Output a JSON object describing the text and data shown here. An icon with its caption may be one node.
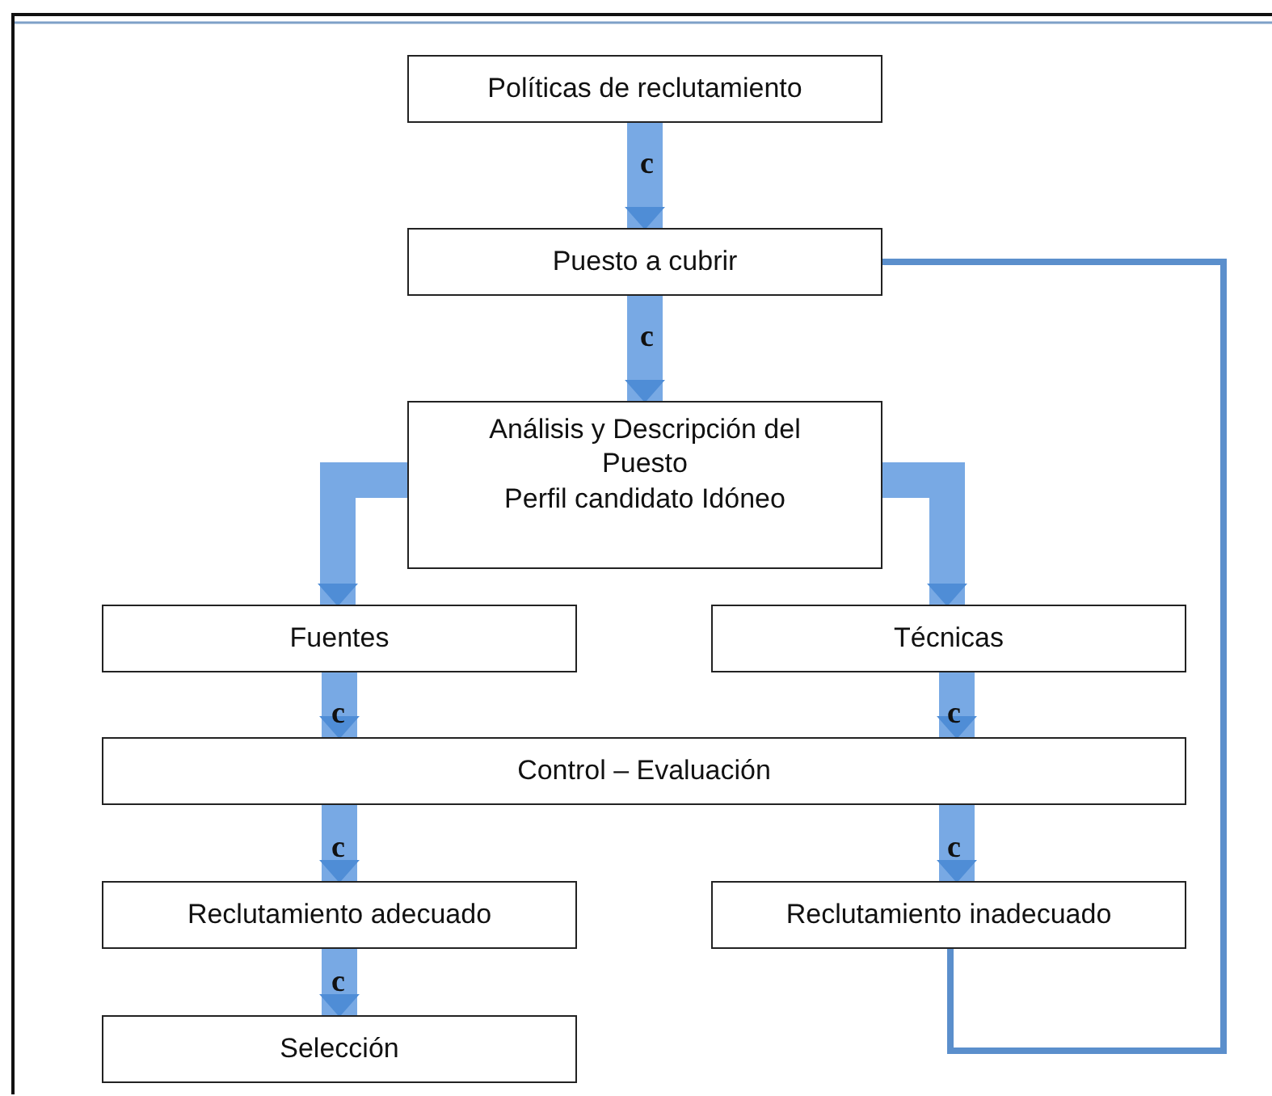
{
  "diagram": {
    "nodes": [
      {
        "text": [
          "Políticas de reclutamiento"
        ]
      },
      {
        "text": [
          "Puesto a cubrir"
        ]
      },
      {
        "text": [
          "Análisis y Descripción del Puesto",
          "Perfil candidato Idóneo"
        ]
      },
      {
        "text": [
          "Fuentes"
        ]
      },
      {
        "text": [
          "Técnicas"
        ]
      },
      {
        "text": [
          "Control – Evaluación"
        ]
      },
      {
        "text": [
          "Reclutamiento adecuado"
        ]
      },
      {
        "text": [
          "Reclutamiento inadecuado"
        ]
      },
      {
        "text": [
          "Selección"
        ]
      }
    ],
    "edges": [
      {
        "from": 0,
        "to": 1,
        "arrow": "to",
        "label": "c"
      },
      {
        "from": 1,
        "to": 2,
        "arrow": "to",
        "label": "c"
      },
      {
        "from": 2,
        "to": 3,
        "arrow": "to"
      },
      {
        "from": 2,
        "to": 4,
        "arrow": "to"
      },
      {
        "from": 3,
        "to": 5,
        "arrow": "to",
        "label": "c"
      },
      {
        "from": 4,
        "to": 5,
        "arrow": "to",
        "label": "c"
      },
      {
        "from": 5,
        "to": 6,
        "arrow": "to",
        "label": "c"
      },
      {
        "from": 5,
        "to": 7,
        "arrow": "to",
        "label": "c"
      },
      {
        "from": 6,
        "to": 8,
        "arrow": "to",
        "label": "c"
      },
      {
        "from": 7,
        "to": 1,
        "arrow": "none"
      }
    ]
  }
}
